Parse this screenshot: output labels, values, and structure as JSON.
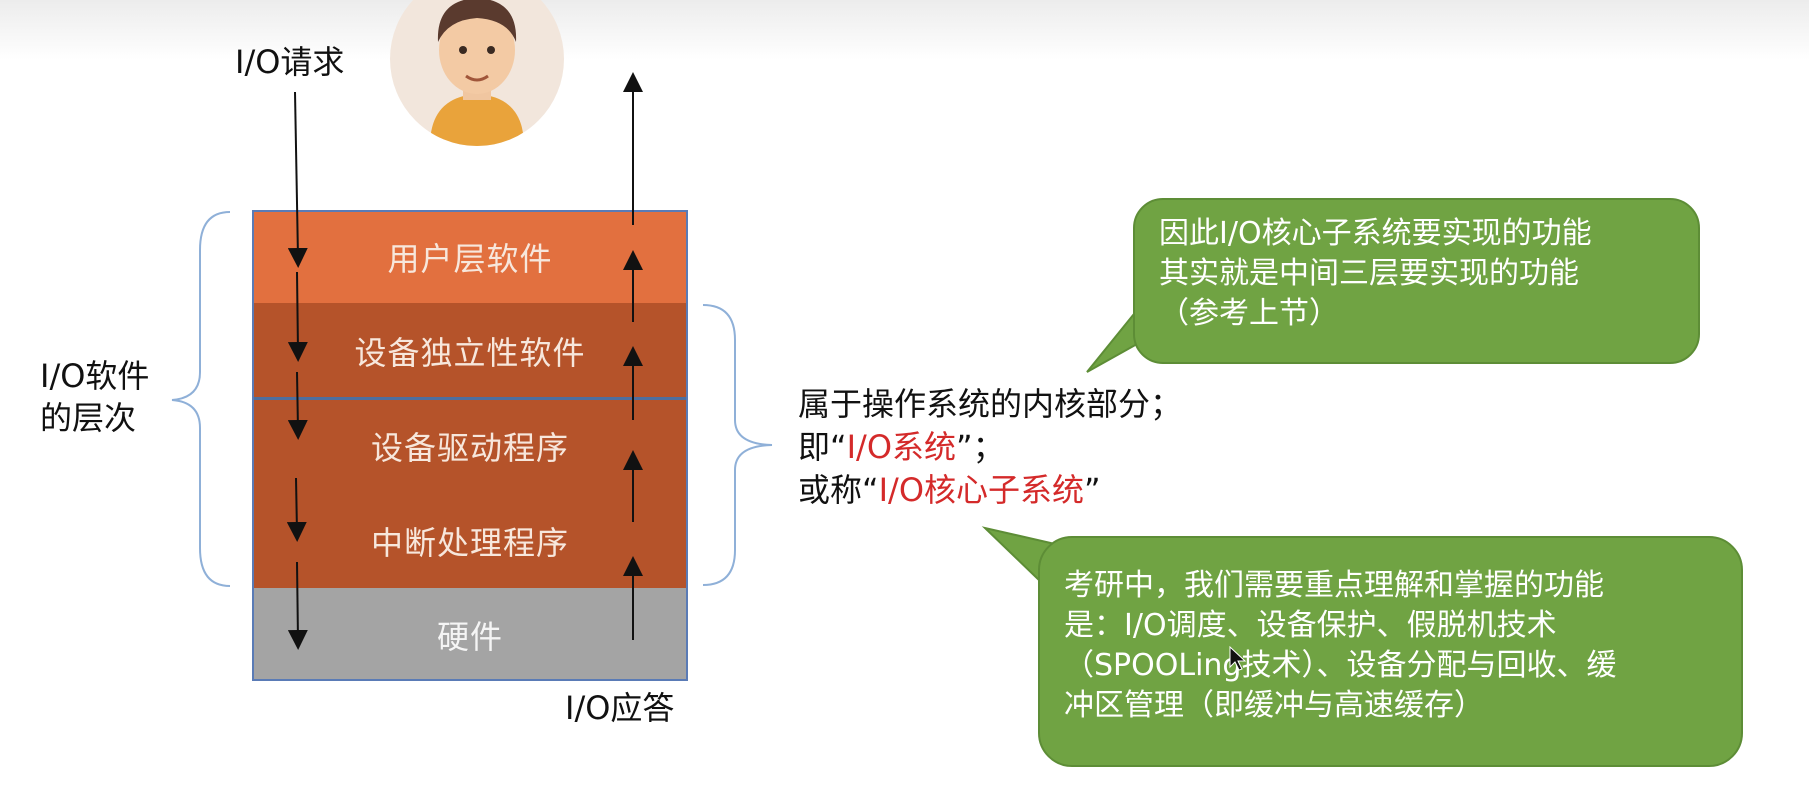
{
  "diagram": {
    "io_request_label": "I/O请求",
    "io_response_label": "I/O应答",
    "hierarchy_label_line1": "I/O软件",
    "hierarchy_label_line2": "的层次",
    "layers": [
      {
        "label": "用户层软件",
        "color": "#e2703f"
      },
      {
        "label": "设备独立性软件",
        "color": "#b5532a"
      },
      {
        "label": "设备驱动程序",
        "color": "#b5532a"
      },
      {
        "label": "中断处理程序",
        "color": "#b5532a"
      },
      {
        "label": "硬件",
        "color": "#a4a4a4"
      }
    ],
    "kernel_note": {
      "line1": "属于操作系统的内核部分；",
      "line2_prefix": "即“",
      "line2_red": "I/O系统",
      "line2_suffix": "”；",
      "line3_prefix": "或称“",
      "line3_red": "I/O核心子系统",
      "line3_suffix": "”"
    },
    "bubble_top": {
      "lines": [
        "因此I/O核心子系统要实现的功能",
        "其实就是中间三层要实现的功能",
        "（参考上节）"
      ]
    },
    "bubble_bottom": {
      "lines": [
        "考研中，我们需要重点理解和掌握的功能",
        "是：I/O调度、设备保护、假脱机技术",
        "（SPOOLing技术）、设备分配与回收、缓",
        "冲区管理（即缓冲与高速缓存）"
      ]
    },
    "colors": {
      "bubble_fill": "#70a343",
      "accent_red": "#d42a2a",
      "bracket": "#8fb0d8"
    }
  }
}
